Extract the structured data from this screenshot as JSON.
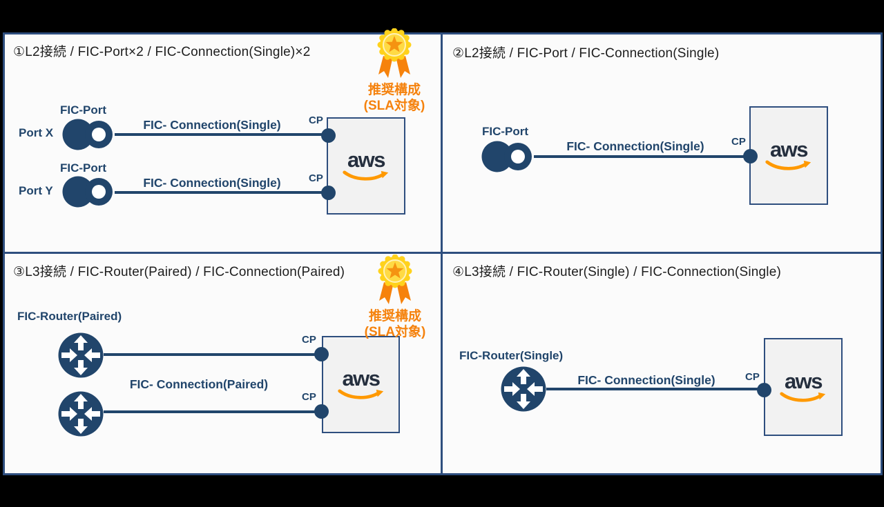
{
  "colors": {
    "navy": "#21456b",
    "panel_border": "#2e4e7e",
    "panel_background": "#fbfbfb",
    "badge_orange": "#f5820d",
    "medal_gold": "#ffd21c",
    "star_orange": "#f59311",
    "aws_text": "#252f3e",
    "aws_smile_orange": "#ff9900",
    "aws_box_fill": "#f2f2f2",
    "outer_background": "#000000"
  },
  "badge": {
    "icon": "gold-medal-star-ribbon",
    "line1": "推奨構成",
    "line2": "(SLA対象)"
  },
  "panels": [
    {
      "title": "①L2接続 / FIC-Port×2 / FIC-Connection(Single)×2",
      "recommended": true,
      "aws_label": "aws",
      "rows": [
        {
          "device_label": "FIC-Port",
          "port_name": "Port X",
          "connection_label": "FIC- Connection(Single)",
          "cp": "CP"
        },
        {
          "device_label": "FIC-Port",
          "port_name": "Port Y",
          "connection_label": "FIC- Connection(Single)",
          "cp": "CP"
        }
      ]
    },
    {
      "title": "②L2接続 / FIC-Port / FIC-Connection(Single)",
      "recommended": false,
      "aws_label": "aws",
      "rows": [
        {
          "device_label": "FIC-Port",
          "connection_label": "FIC- Connection(Single)",
          "cp": "CP"
        }
      ]
    },
    {
      "title": "③L3接続 / FIC-Router(Paired) / FIC-Connection(Paired)",
      "recommended": true,
      "aws_label": "aws",
      "device_label": "FIC-Router(Paired)",
      "connection_label": "FIC- Connection(Paired)",
      "rows": [
        {
          "cp": "CP"
        },
        {
          "cp": "CP"
        }
      ]
    },
    {
      "title": "④L3接続 / FIC-Router(Single) / FIC-Connection(Single)",
      "recommended": false,
      "aws_label": "aws",
      "device_label": "FIC-Router(Single)",
      "rows": [
        {
          "connection_label": "FIC- Connection(Single)",
          "cp": "CP"
        }
      ]
    }
  ]
}
